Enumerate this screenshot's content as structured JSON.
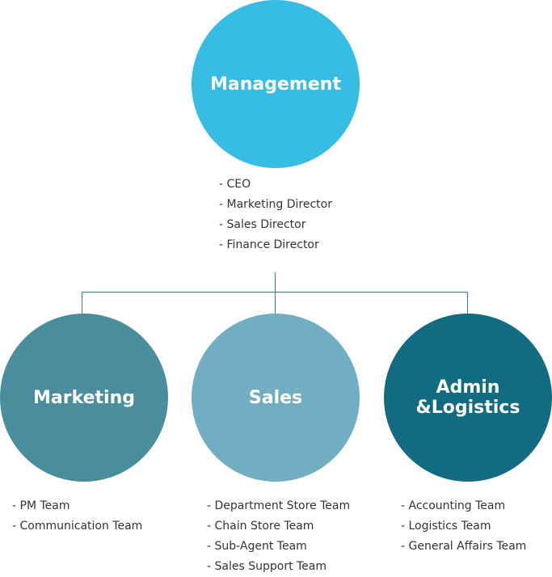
{
  "nodes": {
    "management": {
      "label": "Management",
      "color": "#37bde4",
      "members": [
        "- CEO",
        "- Marketing Director",
        "- Sales Director",
        "- Finance Director"
      ]
    },
    "marketing": {
      "label": "Marketing",
      "color": "#4a8e9e",
      "members": [
        "- PM Team",
        "- Communication Team"
      ]
    },
    "sales": {
      "label": "Sales",
      "color": "#72aec2",
      "members": [
        "- Department Store Team",
        "- Chain Store Team",
        "- Sub-Agent Team",
        "- Sales Support Team"
      ]
    },
    "admin": {
      "label": "Admin\n&Logistics",
      "color": "#116b81",
      "members": [
        "- Accounting Team",
        "- Logistics Team",
        "- General Affairs Team"
      ]
    }
  },
  "connector_color": "#2e7d90"
}
